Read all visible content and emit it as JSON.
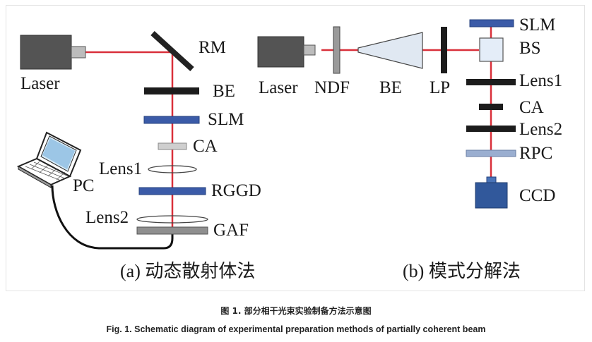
{
  "colors": {
    "beam": "#d9303a",
    "dark": "#1c1c1c",
    "slm_blue": "#3b5ba8",
    "ccd_blue": "#31589b",
    "light_gray": "#c8c8c8",
    "rpc_blue": "#9aaed0"
  },
  "panel_a": {
    "caption": "(a) 动态散射体法",
    "labels": {
      "laser": "Laser",
      "rm": "RM",
      "be": "BE",
      "slm": "SLM",
      "ca": "CA",
      "lens1": "Lens1",
      "rggd": "RGGD",
      "lens2": "Lens2",
      "gaf": "GAF",
      "pc": "PC"
    }
  },
  "panel_b": {
    "caption": "(b) 模式分解法",
    "labels": {
      "laser": "Laser",
      "ndf": "NDF",
      "be": "BE",
      "lp": "LP",
      "slm": "SLM",
      "bs": "BS",
      "lens1": "Lens1",
      "ca": "CA",
      "lens2": "Lens2",
      "rpc": "RPC",
      "ccd": "CCD"
    }
  },
  "figure": {
    "caption_zh": "图 1. 部分相干光束实验制备方法示意图",
    "caption_en": "Fig. 1. Schematic diagram of experimental preparation methods of partially coherent beam"
  }
}
